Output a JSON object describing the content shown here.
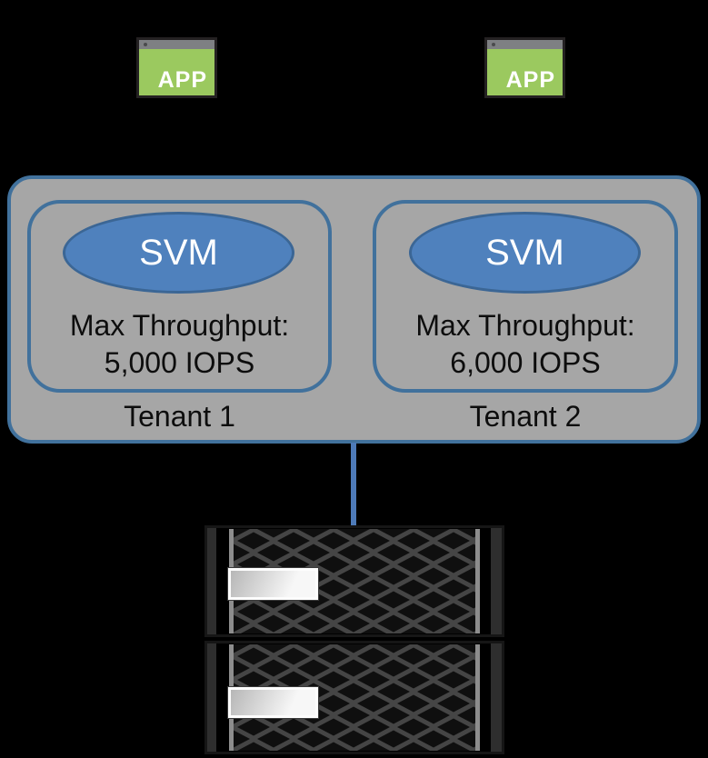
{
  "apps": [
    {
      "label": "APP"
    },
    {
      "label": "APP"
    }
  ],
  "cluster": {
    "tenants": [
      {
        "svm": "SVM",
        "throughput_label": "Max Throughput:",
        "throughput_value": "5,000 IOPS",
        "name": "Tenant 1"
      },
      {
        "svm": "SVM",
        "throughput_label": "Max Throughput:",
        "throughput_value": "6,000 IOPS",
        "name": "Tenant 2"
      }
    ]
  },
  "colors": {
    "background": "#000000",
    "cluster_fill": "#a6a6a6",
    "cluster_border_blue": "#41719c",
    "svm_fill": "#4f81bd",
    "svm_border": "#3b6695",
    "app_green": "#9bc95f",
    "app_titlebar_gray": "#7e8083",
    "connector_blue": "#4d7ab8",
    "storage_panel": "#454545",
    "storage_hole": "#0f0f0f"
  }
}
